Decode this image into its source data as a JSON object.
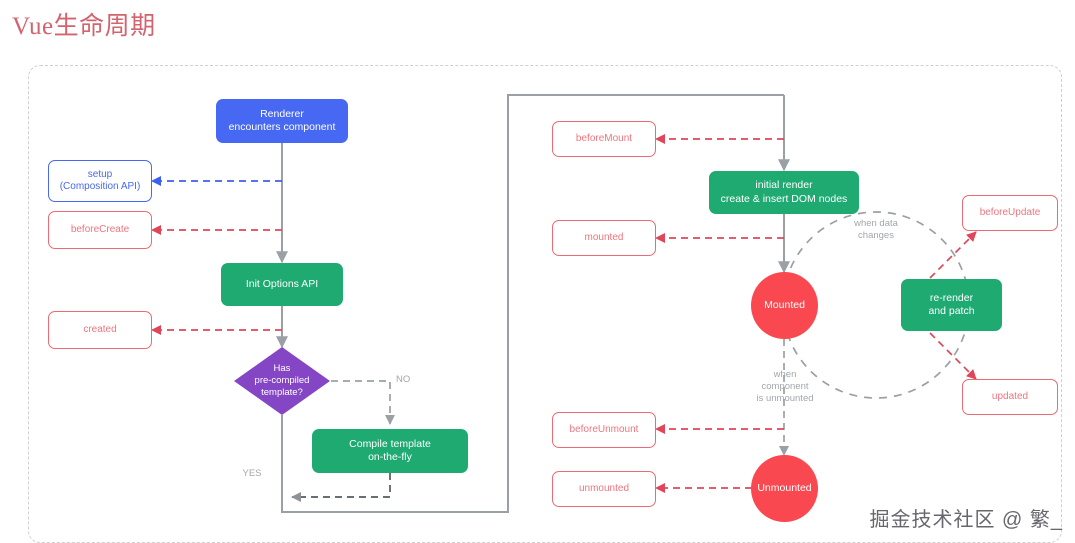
{
  "page": {
    "title": "Vue生命周期",
    "title_color": "#d1646e",
    "watermark": "掘金技术社区 @ 繁_",
    "background": "#ffffff"
  },
  "palette": {
    "blue": "#4668f2",
    "green": "#1faa72",
    "purple": "#8446c4",
    "red_circle": "#f9484f",
    "pink_border": "#ea6a75",
    "pink_text": "#ef757f",
    "gray_line": "#9ba0a6",
    "dashed_frame": "#cfcfd4"
  },
  "nodes": {
    "renderer": {
      "label": "Renderer\nencounters component",
      "kind": "blue"
    },
    "setup": {
      "label": "setup\n(Composition API)",
      "kind": "outline-blue"
    },
    "before_create": {
      "label": "beforeCreate",
      "kind": "outline-pink"
    },
    "init_options_api": {
      "label": "Init Options API",
      "kind": "green"
    },
    "created": {
      "label": "created",
      "kind": "outline-pink"
    },
    "has_precompiled_template": {
      "label": "Has\npre-compiled\ntemplate?",
      "kind": "diamond"
    },
    "compile_template": {
      "label": "Compile template\non-the-fly",
      "kind": "green"
    },
    "before_mount": {
      "label": "beforeMount",
      "kind": "outline-pink"
    },
    "initial_render": {
      "label": "initial render\ncreate & insert DOM nodes",
      "kind": "green"
    },
    "mounted_hook": {
      "label": "mounted",
      "kind": "outline-pink"
    },
    "mounted_state": {
      "label": "Mounted",
      "kind": "circle"
    },
    "re_render": {
      "label": "re-render\nand patch",
      "kind": "green"
    },
    "before_update": {
      "label": "beforeUpdate",
      "kind": "outline-pink"
    },
    "updated": {
      "label": "updated",
      "kind": "outline-pink"
    },
    "before_unmount": {
      "label": "beforeUnmount",
      "kind": "outline-pink"
    },
    "unmounted_hook": {
      "label": "unmounted",
      "kind": "outline-pink"
    },
    "unmounted_state": {
      "label": "Unmounted",
      "kind": "circle"
    }
  },
  "edge_labels": {
    "yes": "YES",
    "no": "NO",
    "when_data_changes": "when data\nchanges",
    "when_component_unmounted": "when\ncomponent\nis unmounted"
  }
}
